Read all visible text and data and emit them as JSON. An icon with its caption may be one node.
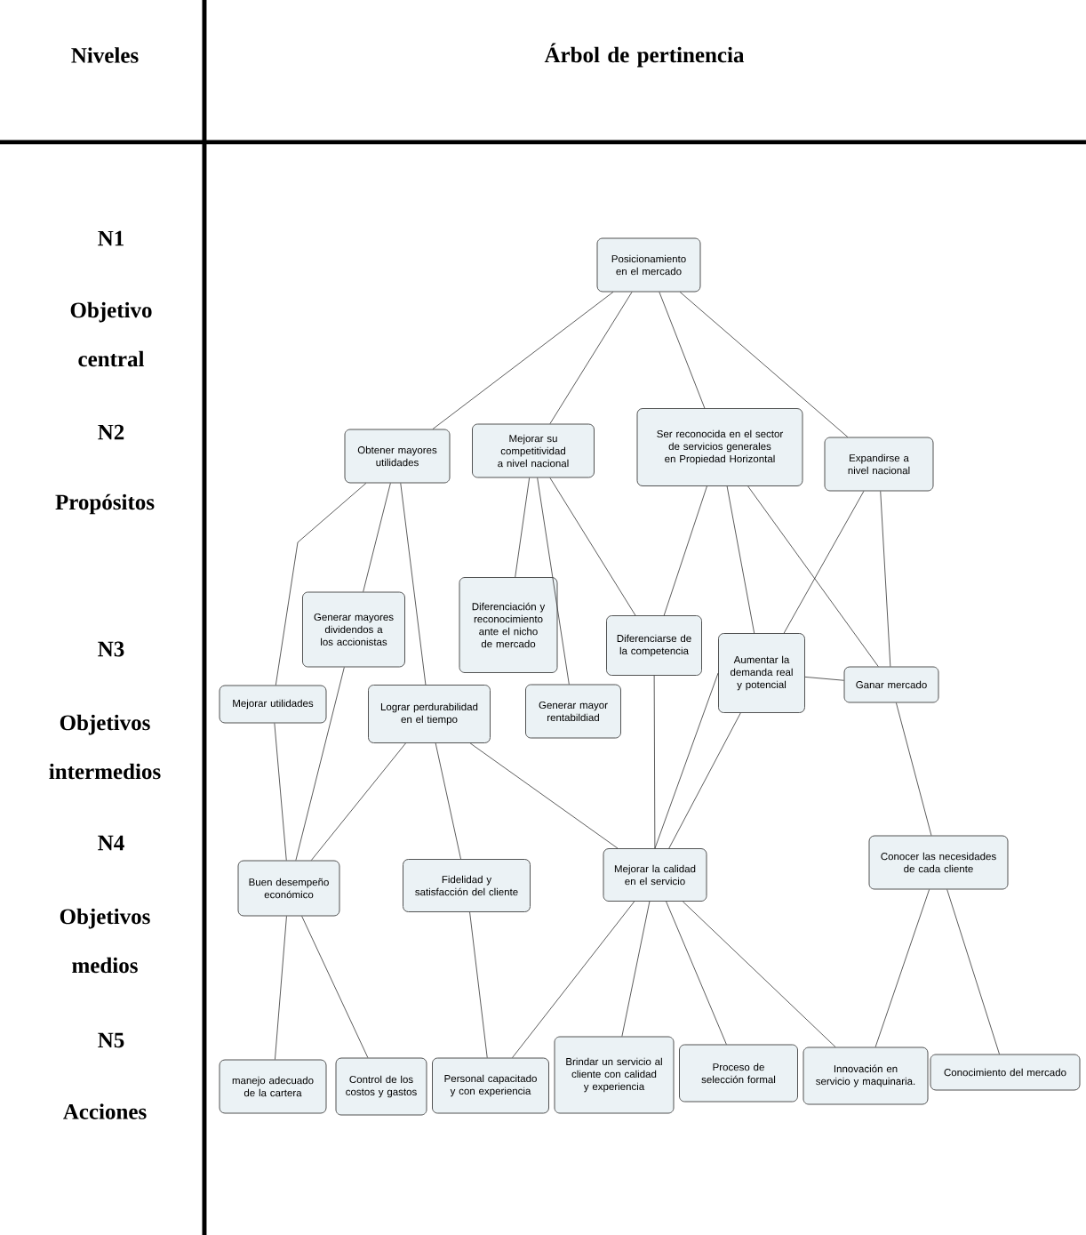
{
  "diagram": {
    "nodes": [
      {
        "text": [
          "Posicionamiento en el mercado"
        ]
      },
      {
        "text": [
          "Obtener mayores utilidades"
        ]
      },
      {
        "text": [
          "Mejorar su competitividad a nivel nacional"
        ]
      },
      {
        "text": [
          "Ser reconocida en el sector de servicios generales en Propiedad Horizontal"
        ]
      },
      {
        "text": [
          "Expandirse a nivel nacional"
        ]
      },
      {
        "text": [
          "Generar mayores dividendos a los accionistas"
        ]
      },
      {
        "text": [
          "Diferenciación y reconocimiento ante el nicho de mercado"
        ]
      },
      {
        "text": [
          "Diferenciarse de la competencia"
        ]
      },
      {
        "text": [
          "Aumentar la demanda real y potencial"
        ]
      },
      {
        "text": [
          "Ganar mercado"
        ]
      },
      {
        "text": [
          "Mejorar utilidades"
        ]
      },
      {
        "text": [
          "Lograr perdurabilidad en el tiempo"
        ]
      },
      {
        "text": [
          "Generar mayor rentabildiad"
        ]
      },
      {
        "text": [
          "Buen desempeño económico"
        ]
      },
      {
        "text": [
          "Fidelidad y satisfacción del cliente"
        ]
      },
      {
        "text": [
          "Mejorar la calidad en el servicio"
        ]
      },
      {
        "text": [
          "Conocer las necesidades de cada cliente"
        ]
      },
      {
        "text": [
          "manejo adecuado de la cartera"
        ]
      },
      {
        "text": [
          "Control de los costos y gastos"
        ]
      },
      {
        "text": [
          "Personal capacitado y con experiencia"
        ]
      },
      {
        "text": [
          "Brindar un servicio al cliente con calidad y experiencia"
        ]
      },
      {
        "text": [
          "Proceso de selección formal"
        ]
      },
      {
        "text": [
          "Innovación en servicio y maquinaria."
        ]
      },
      {
        "text": [
          "Conocimiento del mercado"
        ]
      }
    ],
    "edges": [
      {
        "from": 0,
        "to": 1,
        "arrow": "none"
      },
      {
        "from": 0,
        "to": 2,
        "arrow": "none"
      },
      {
        "from": 0,
        "to": 3,
        "arrow": "none"
      },
      {
        "from": 0,
        "to": 4,
        "arrow": "none"
      },
      {
        "from": 1,
        "to": 10,
        "arrow": "none"
      },
      {
        "from": 1,
        "to": 5,
        "arrow": "none"
      },
      {
        "from": 1,
        "to": 11,
        "arrow": "none"
      },
      {
        "from": 2,
        "to": 6,
        "arrow": "none"
      },
      {
        "from": 2,
        "to": 12,
        "arrow": "none"
      },
      {
        "from": 2,
        "to": 7,
        "arrow": "none"
      },
      {
        "from": 3,
        "to": 7,
        "arrow": "none"
      },
      {
        "from": 3,
        "to": 8,
        "arrow": "none"
      },
      {
        "from": 3,
        "to": 9,
        "arrow": "none"
      },
      {
        "from": 4,
        "to": 8,
        "arrow": "none"
      },
      {
        "from": 4,
        "to": 9,
        "arrow": "none"
      },
      {
        "from": 10,
        "to": 13,
        "arrow": "none"
      },
      {
        "from": 5,
        "to": 13,
        "arrow": "none"
      },
      {
        "from": 11,
        "to": 13,
        "arrow": "none"
      },
      {
        "from": 11,
        "to": 14,
        "arrow": "none"
      },
      {
        "from": 11,
        "to": 15,
        "arrow": "none"
      },
      {
        "from": 7,
        "to": 15,
        "arrow": "none"
      },
      {
        "from": 8,
        "to": 15,
        "arrow": "none"
      },
      {
        "from": 8,
        "to": 15,
        "arrow": "none"
      },
      {
        "from": 8,
        "to": 9,
        "arrow": "none"
      },
      {
        "from": 9,
        "to": 16,
        "arrow": "none"
      },
      {
        "from": 13,
        "to": 17,
        "arrow": "none"
      },
      {
        "from": 13,
        "to": 18,
        "arrow": "none"
      },
      {
        "from": 14,
        "to": 19,
        "arrow": "none"
      },
      {
        "from": 15,
        "to": 19,
        "arrow": "none"
      },
      {
        "from": 15,
        "to": 20,
        "arrow": "none"
      },
      {
        "from": 15,
        "to": 21,
        "arrow": "none"
      },
      {
        "from": 15,
        "to": 22,
        "arrow": "none"
      },
      {
        "from": 16,
        "to": 22,
        "arrow": "none"
      },
      {
        "from": 16,
        "to": 23,
        "arrow": "none"
      }
    ],
    "labels": [
      "Niveles",
      "Árbol de pertinencia",
      "N1",
      "Objetivo central",
      "N2",
      "Propósitos",
      "N3",
      "Objetivos intermedios",
      "N4",
      "Objetivos medios",
      "N5",
      "Acciones"
    ]
  }
}
